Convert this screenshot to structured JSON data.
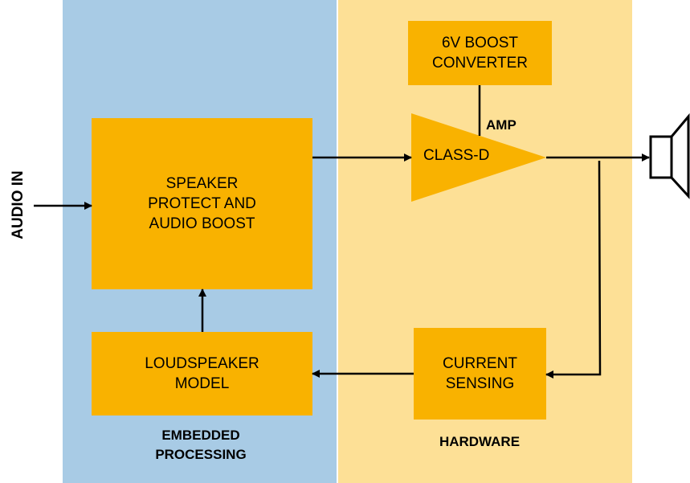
{
  "diagram": {
    "input_label": "AUDIO IN",
    "panels": {
      "embedded": {
        "label_line1": "EMBEDDED",
        "label_line2": "PROCESSING",
        "color": "#a8cbe5"
      },
      "hardware": {
        "label": "HARDWARE",
        "color": "#fde096"
      }
    },
    "blocks": {
      "speaker_protect": {
        "line1": "SPEAKER",
        "line2": "PROTECT AND",
        "line3": "AUDIO BOOST"
      },
      "loudspeaker_model": {
        "line1": "LOUDSPEAKER",
        "line2": "MODEL"
      },
      "boost_converter": {
        "line1": "6V BOOST",
        "line2": "CONVERTER"
      },
      "current_sensing": {
        "line1": "CURRENT",
        "line2": "SENSING"
      },
      "amplifier": {
        "label": "CLASS-D",
        "tag": "AMP"
      }
    },
    "block_color": "#f9b200",
    "output_icon": "speaker-icon",
    "connections": [
      {
        "from": "audio-in",
        "to": "speaker-protect"
      },
      {
        "from": "speaker-protect",
        "to": "class-d-amp"
      },
      {
        "from": "boost-converter",
        "to": "class-d-amp"
      },
      {
        "from": "class-d-amp",
        "to": "speaker"
      },
      {
        "from": "class-d-amp-output",
        "to": "current-sensing"
      },
      {
        "from": "current-sensing",
        "to": "loudspeaker-model"
      },
      {
        "from": "loudspeaker-model",
        "to": "speaker-protect"
      }
    ]
  }
}
